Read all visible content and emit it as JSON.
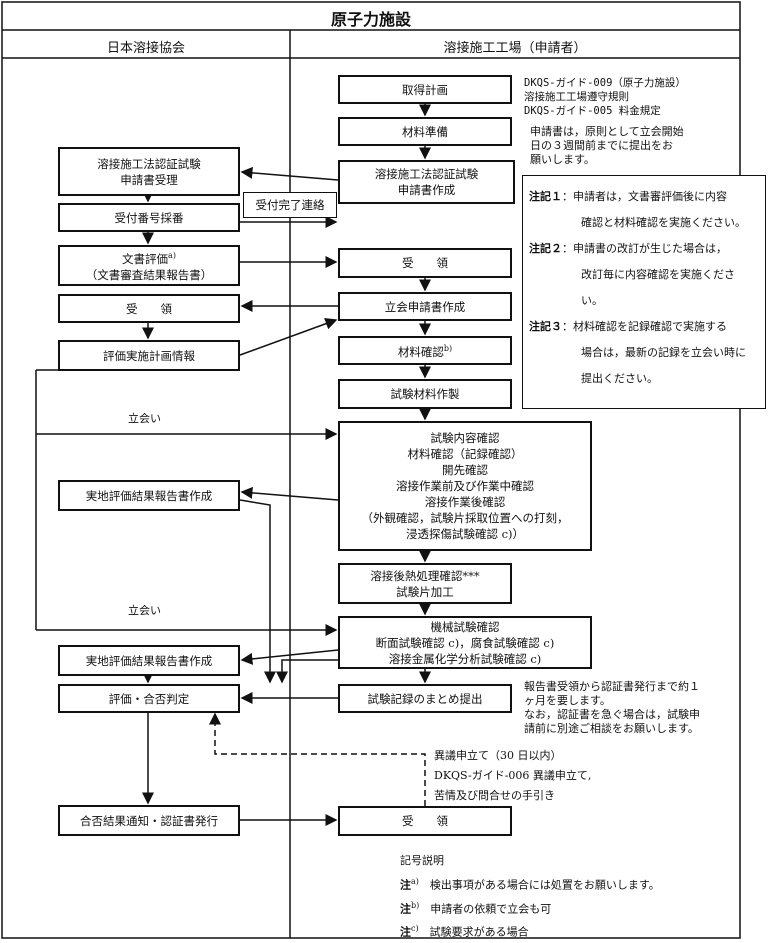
{
  "title": "原子力施設",
  "headers": {
    "left": "日本溶接協会",
    "right": "溶接施工工場（申請者）"
  },
  "applicant": {
    "plan": "取得計画",
    "prep": "材料準備",
    "app_create": [
      "溶接施工法認証試験",
      "申請書作成"
    ],
    "receive1": "受　　領",
    "witness_app": "立会申請書作成",
    "material_check": "材料確認",
    "material_check_sup": "b)",
    "make_material": "試験材料作製",
    "test_check": [
      "試験内容確認",
      "材料確認（記録確認）",
      "開先確認",
      "溶接作業前及び作業中確認",
      "溶接作業後確認",
      "（外観確認，試験片採取位置への打刻，",
      "浸透探傷試験確認 c)）"
    ],
    "pwht": [
      "溶接後熱処理確認***",
      "試験片加工"
    ],
    "mech": [
      "機械試験確認",
      "断面試験確認 c)，腐食試験確認 c)",
      "溶接金属化学分析試験確認 c)"
    ],
    "summary": "試験記録のまとめ提出",
    "receive2": "受　　領"
  },
  "association": {
    "app_accept": [
      "溶接施工法認証試験",
      "申請書受理"
    ],
    "numbering": "受付番号採番",
    "doc_eval": "文書評価",
    "doc_eval_sup": "a)",
    "doc_eval_report": "（文書審査結果報告書）",
    "receive": "受　　領",
    "plan_info": "評価実施計画情報",
    "field_report1": "実地評価結果報告書作成",
    "field_report2": "実地評価結果報告書作成",
    "judge": "評価・合否判定",
    "notify": "合否結果通知・認証書発行"
  },
  "accept_complete": "受付完了連絡",
  "witness_label1": "立会い",
  "witness_label2": "立会い",
  "refs": "DKQS-ガイド-009（原子力施設）\n溶接施工工場遵守規則\nDKQS-ガイド-005 料金規定",
  "deadline": "申請書は，原則として立会開始\n日の３週間前までに提出をお\n願いします。",
  "notes": [
    {
      "label": "注記１",
      "lines": [
        "：申請者は，文書審評価後に内容",
        "確認と材料確認を実施ください。"
      ]
    },
    {
      "label": "注記２",
      "lines": [
        "：申請書の改訂が生じた場合は，",
        "改訂毎に内容確認を実施くださ",
        "い。"
      ]
    },
    {
      "label": "注記３",
      "lines": [
        "：材料確認を記録確認で実施する",
        "場合は，最新の記録を立会い時に",
        "提出ください。"
      ]
    }
  ],
  "issue_time": "報告書受領から認証書発行まで約１\nヶ月を要します。\nなお，認証書を急ぐ場合は，試験申\n請前に別途ご相談をお願いします。",
  "objection": "異議申立て（30 日以内）\nDKQS-ガイド-006 異議申立て,\n苦情及び問合せの手引き",
  "legend": {
    "title": "記号説明",
    "items": [
      {
        "mark": "注",
        "sup": "a)",
        "text": "検出事項がある場合には処置をお願いします。"
      },
      {
        "mark": "注",
        "sup": "b)",
        "text": "申請者の依頼で立会も可"
      },
      {
        "mark": "注",
        "sup": "c)",
        "text": "試験要求がある場合"
      }
    ]
  }
}
